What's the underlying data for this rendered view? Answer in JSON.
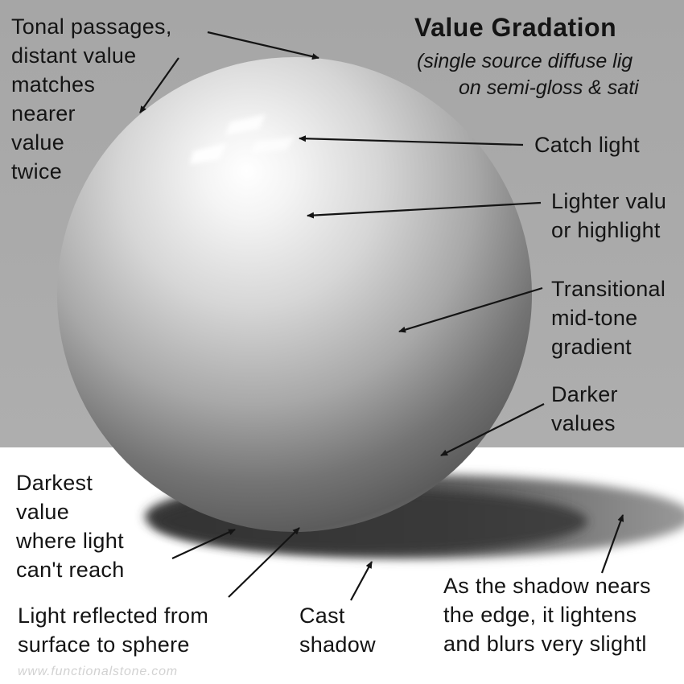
{
  "title": "Value Gradation",
  "subtitle": {
    "line1": "(single source diffuse lig",
    "line2": "on semi-gloss & sati"
  },
  "labels": {
    "tonal_passages": [
      "Tonal passages,",
      "distant value",
      "matches",
      "nearer",
      "value",
      "twice"
    ],
    "catch_light": [
      "Catch light"
    ],
    "lighter_values": [
      "Lighter valu",
      "or highlight"
    ],
    "transitional": [
      "Transitional",
      "mid-tone",
      "gradient"
    ],
    "darker_values": [
      "Darker",
      "values"
    ],
    "darkest_value": [
      "Darkest",
      "value",
      "where light",
      "can't reach"
    ],
    "light_reflected": [
      "Light reflected from",
      "surface to sphere"
    ],
    "cast_shadow": [
      "Cast",
      "shadow"
    ],
    "shadow_edge": [
      "As the shadow nears",
      "the edge, it lightens",
      "and blurs very slightl"
    ]
  },
  "watermark": "www.functionalstone.com",
  "colors": {
    "background_wall": "#a9a9a9",
    "floor": "#ffffff",
    "text": "#141414",
    "arrow": "#141414",
    "watermark": "#d2d2d2"
  }
}
